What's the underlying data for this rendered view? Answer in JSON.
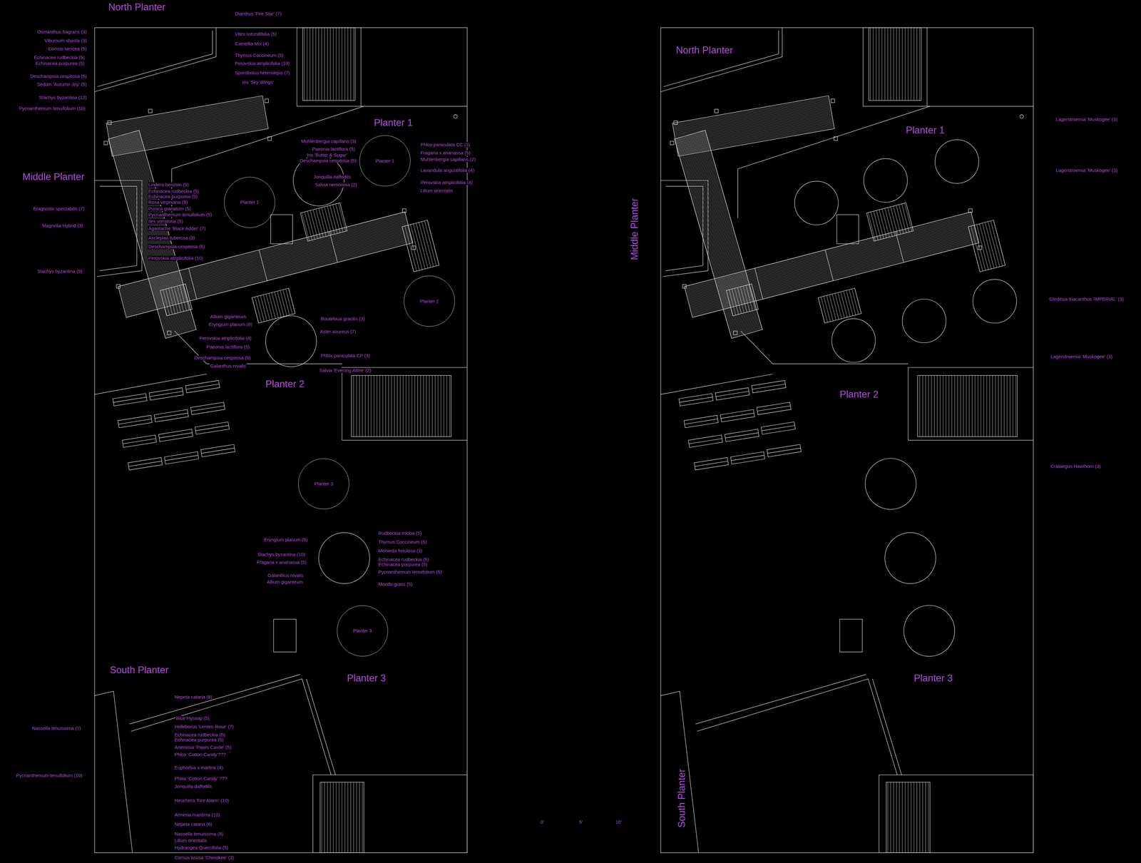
{
  "diagram": {
    "nodes": [
      {
        "text": [
          "Planter 1"
        ]
      },
      {
        "text": [
          "Planter 1"
        ]
      },
      {
        "text": [
          "Planter 2"
        ]
      },
      {
        "text": [
          "Planter 3"
        ]
      },
      {
        "text": [
          "Planter 3"
        ]
      }
    ],
    "labels": [
      "North Planter",
      "Dianthus 'Fire Star' (7)",
      "Osmanthus fragrans (3)",
      "Viburnum shasta (3)",
      "Cornus sericea (5)",
      "Echinacea rudbeckia (5)",
      "Echinacea purpurea (5)",
      "Deschampsia cespitosa (5)",
      "Sedum 'Autumn Joy' (5)",
      "Stachys byzantina (12)",
      "Pycnanthemum tenuifolium (10)",
      "Vitex rotundifolia (5)",
      "Camellia Mix (4)",
      "Thymus Coccineum (5)",
      "Perovskia atriplicifolia (10)",
      "Sporobolus heterolepis (7)",
      "Iris 'Sky Wings'",
      "Planter 1",
      "Middle Planter",
      "Muhlenbergia capillaris (3)",
      "Paeonia lactiflora (5)",
      "Iris 'Butter & Sugar'",
      "Deschampsia cespitosa (5)",
      "Jonquilla daffodils",
      "Salvia nemorosa (2)",
      "Phlox paniculata CC (3)",
      "Fragaria x ananassa (5)",
      "Muhlenbergia capillaris (2)",
      "Lavandula angustifolia (4)",
      "Perovskia atriplicifolia (4)",
      "Lilium orientalis",
      "Eragrostis spectabilis (7)",
      "Magnolia Hybrid (3)",
      "Stachys byzantina (9)",
      "Lindera benzoin (5)",
      "Echinacea rudbeckia (5)",
      "Echinacea purpurea (5)",
      "Rosa virginiana (9)",
      "Punica granatum (5)",
      "Pycnanthemum tenuifolium (5)",
      "Ilex vomitoria (5)",
      "Agastache 'Black Adder' (7)",
      "Asclepias tuberosa (3)",
      "Deschampsia cespitosa (5)",
      "Perovskia atriplicifolia (10)",
      "Allium giganteum",
      "Eryngium planum (8)",
      "Perovskia atriplicifolia (4)",
      "Paeonia lactiflora (5)",
      "Deschampsia cespitosa (5)",
      "Galanthus nivalis",
      "Bouteloua gracilis (3)",
      "Aster azureus (7)",
      "Phlox paniculata CP (3)",
      "Salvia 'Evening Attire' (2)",
      "Planter 2",
      "Eryngium planum (5)",
      "Stachys byzantina (10)",
      "Fragaria x ananassa (5)",
      "Galanthus nivalis",
      "Allium giganteum",
      "Rudbeckia triloba (5)",
      "Thymus Coccineum (5)",
      "Monarda fistulosa (3)",
      "Echinacea rudbeckia (5)",
      "Echinacea purpurea (5)",
      "Pycnanthemum tenuifolium (5)",
      "Mondo grass (5)",
      "South Planter",
      "Planter 3",
      "Nepeta cataria (8)",
      "Nassella tenuissima (7)",
      "Blue Hyssop (5)",
      "Helleborus 'Lenten Rose' (7)",
      "Echinacea rudbeckia (5)",
      "Echinacea purpurea (5)",
      "Artemisia 'Powis Castle' (5)",
      "Phlox 'Cotton Candy'???",
      "Euphorbia x martinii (4)",
      "Pycnanthemum tenuifolium (10)",
      "Phlox 'Cotton Candy' ???",
      "Jonquilla daffodils",
      "Heuchera 'Fire Alarm' (10)",
      "Armeria maritima (10)",
      "Nepeta cataria (6)",
      "Nassella tenuissima (8)",
      "Lilium orientalis",
      "Hydrangea Quercifolia (5)",
      "Cornus kousa 'Cherokee' (3)",
      "0'",
      "5'",
      "10'",
      "North Planter",
      "Planter 1",
      "Middle Planter",
      "Planter 2",
      "Planter 3",
      "South Planter",
      "Lagerstroemia 'Muskogee' (3)",
      "Lagerstroemia 'Muskogee' (3)",
      "Gleditsia triacanthos 'IMPERIAL' (3)",
      "Lagerstroemia 'Muskogee' (3)",
      "Crataegus Hawthorn (3)"
    ]
  }
}
